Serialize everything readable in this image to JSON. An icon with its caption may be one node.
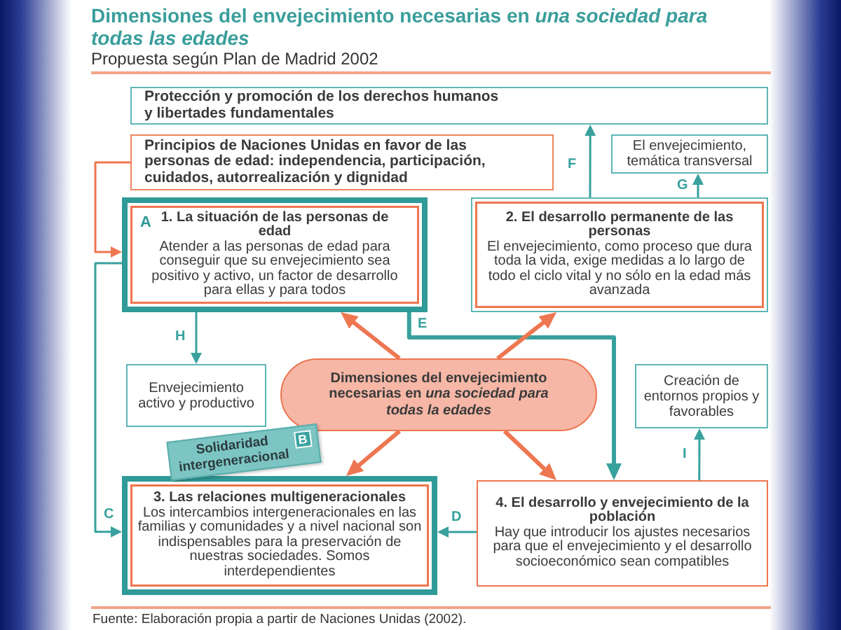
{
  "diagram": {
    "title": "Dimensiones del envejecimiento necesarias en *una sociedad para todas las edades*",
    "caption": "Fuente: Elaboración propia a partir de Naciones Unidas (2002).",
    "nodes": [
      {
        "text": [
          "Protección y promoción de los derechos humanos y libertades fundamentales"
        ]
      },
      {
        "text": [
          "Principios de Naciones Unidas en favor de las personas de edad: independencia, participación, cuidados, autorrealización y dignidad"
        ]
      },
      {
        "text": [
          "El envejecimiento, temática transversal"
        ]
      },
      {
        "text": [
          "A",
          "1. La situación de las personas de edad",
          "Atender a las personas de edad para conseguir que su envejecimiento sea positivo y activo, un factor de desarrollo para ellas y para todos"
        ]
      },
      {
        "text": [
          "2. El desarrollo permanente de las personas",
          "El envejecimiento, como proceso que dura toda la vida, exige medidas a lo largo de todo el ciclo vital y no sólo en la edad más avanzada"
        ]
      },
      {
        "text": [
          "Envejecimiento activo y productivo"
        ]
      },
      {
        "text": [
          "Dimensiones del envejecimiento necesarias en *una sociedad para todas la edades*"
        ]
      },
      {
        "text": [
          "Creación de entornos propios y favorables"
        ]
      },
      {
        "text": [
          "3. Las relaciones multigeneracionales",
          "Los intercambios intergeneracionales en las familias y comunidades y a nivel nacional son indispensables para la preservación de nuestras sociedades. Somos interdependientes"
        ]
      },
      {
        "text": [
          "Solidaridad intergeneracional",
          "B"
        ]
      },
      {
        "text": [
          "4. El desarrollo y envejecimiento de la población",
          "Hay que introducir los ajustes necesarios para que el envejecimiento y el desarrollo socioeconómico sean compatibles"
        ]
      }
    ],
    "edges": [
      {
        "from": 1,
        "to": 3,
        "arrow": "to",
        "color": "#ee7650"
      },
      {
        "from": 3,
        "to": 8,
        "arrow": "to",
        "label": "C"
      },
      {
        "from": 3,
        "to": 5,
        "arrow": "to",
        "label": "H"
      },
      {
        "from": 3,
        "to": 10,
        "arrow": "to",
        "label": "E",
        "style": "thick"
      },
      {
        "from": 4,
        "to": 0,
        "arrow": "to",
        "label": "F"
      },
      {
        "from": 4,
        "to": 2,
        "arrow": "to",
        "label": "G"
      },
      {
        "from": 10,
        "to": 7,
        "arrow": "to",
        "label": "I"
      },
      {
        "from": 10,
        "to": 8,
        "arrow": "to",
        "label": "D"
      },
      {
        "from": 6,
        "to": 3,
        "arrow": "to",
        "style": "thick",
        "color": "#ee7650"
      },
      {
        "from": 6,
        "to": 4,
        "arrow": "to",
        "style": "thick",
        "color": "#ee7650"
      },
      {
        "from": 6,
        "to": 8,
        "arrow": "to",
        "style": "thick",
        "color": "#ee7650"
      },
      {
        "from": 6,
        "to": 10,
        "arrow": "to",
        "style": "thick",
        "color": "#ee7650"
      }
    ],
    "labels": [
      "Propuesta según Plan de Madrid 2002"
    ]
  }
}
